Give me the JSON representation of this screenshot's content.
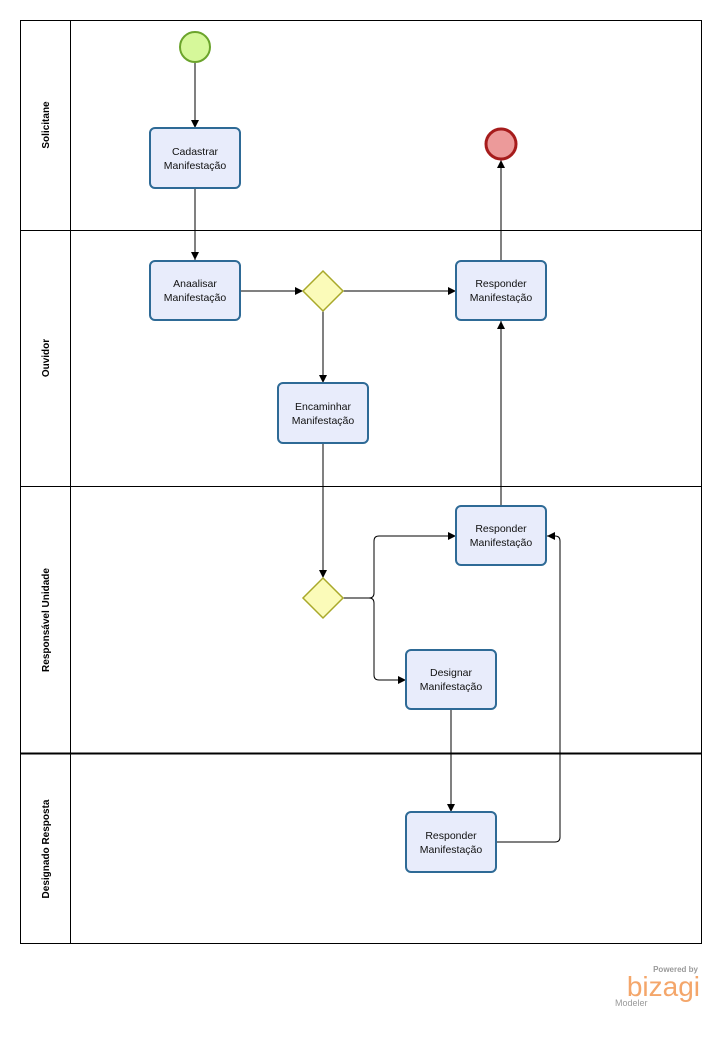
{
  "lanes": [
    {
      "id": "solicitante",
      "label": "Solicitane"
    },
    {
      "id": "ouvidor",
      "label": "Ouvidor"
    },
    {
      "id": "responsavel",
      "label": "Responsável Unidade"
    },
    {
      "id": "designado",
      "label": "Designado Resposta"
    }
  ],
  "tasks": {
    "cadastrar": [
      "Cadastrar",
      "Manifestação"
    ],
    "analisar": [
      "Anaalisar",
      "Manifestação"
    ],
    "responder_ouvidor": [
      "Responder",
      "Manifestação"
    ],
    "encaminhar": [
      "Encaminhar",
      "Manifestação"
    ],
    "responder_unidade": [
      "Responder",
      "Manifestação"
    ],
    "designar": [
      "Designar",
      "Manifestação"
    ],
    "responder_designado": [
      "Responder",
      "Manifestação"
    ]
  },
  "branding": {
    "powered_by": "Powered by",
    "name": "bizagi",
    "product": "Modeler"
  },
  "colors": {
    "task_fill": "#e8ecfb",
    "task_stroke": "#2e6a96",
    "start_fill": "#d6f89a",
    "start_stroke": "#6ba42c",
    "end_fill": "#ec9a9a",
    "end_stroke": "#a61c1c",
    "gateway_fill": "#fbfbb9",
    "gateway_stroke": "#a9a92a",
    "brand": "#f4a66a"
  }
}
